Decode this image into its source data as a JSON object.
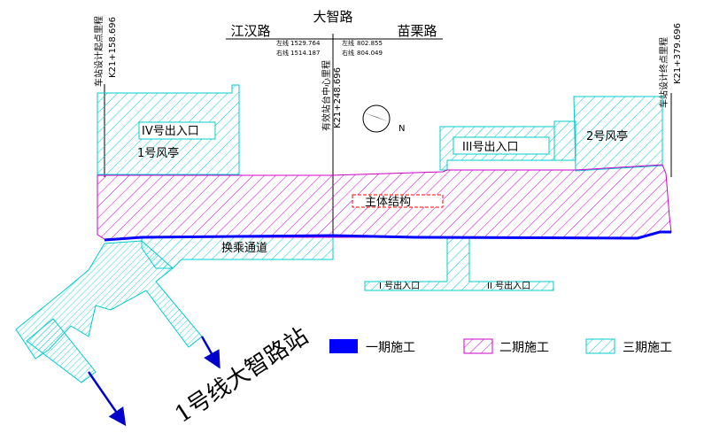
{
  "roads": {
    "top": "大智路",
    "left": "江汉路",
    "right": "苗栗路"
  },
  "mileage": {
    "start_label": "车站设计起点里程",
    "start_value": "K21+158.696",
    "center_label": "有效站台中心里程",
    "center_value": "K21+248.696",
    "end_label": "车站设计终点里程",
    "end_value": "K21+379.696",
    "left_line_left": "左线",
    "left_line_left_value": "1529.764",
    "right_line_left": "右线",
    "right_line_left_value": "1514.187",
    "left_line_right": "左线",
    "left_line_right_value": "802.855",
    "right_line_right": "右线",
    "right_line_right_value": "804.049"
  },
  "compass": {
    "label": "N"
  },
  "structures": {
    "main": "主体结构",
    "transfer": "换乘通道",
    "exit_1": "I 号出入口",
    "exit_2": "II 号出入口",
    "exit_3": "III号出入口",
    "exit_4": "IV号出入口",
    "vent_1": "1号风亭",
    "vent_2": "2号风亭",
    "line1_station": "1号线大智路站"
  },
  "legend": [
    {
      "label": "一期施工",
      "color": "#0000ff",
      "style": "solid"
    },
    {
      "label": "二期施工",
      "color": "#cc00cc",
      "style": "hatch"
    },
    {
      "label": "三期施工",
      "color": "#00cccc",
      "style": "hatch"
    }
  ],
  "colors": {
    "phase1": "#0000ff",
    "phase2": "#cc00cc",
    "phase3": "#00cccc",
    "arrow": "#0000cc",
    "main_label_box": "#ff0000"
  }
}
